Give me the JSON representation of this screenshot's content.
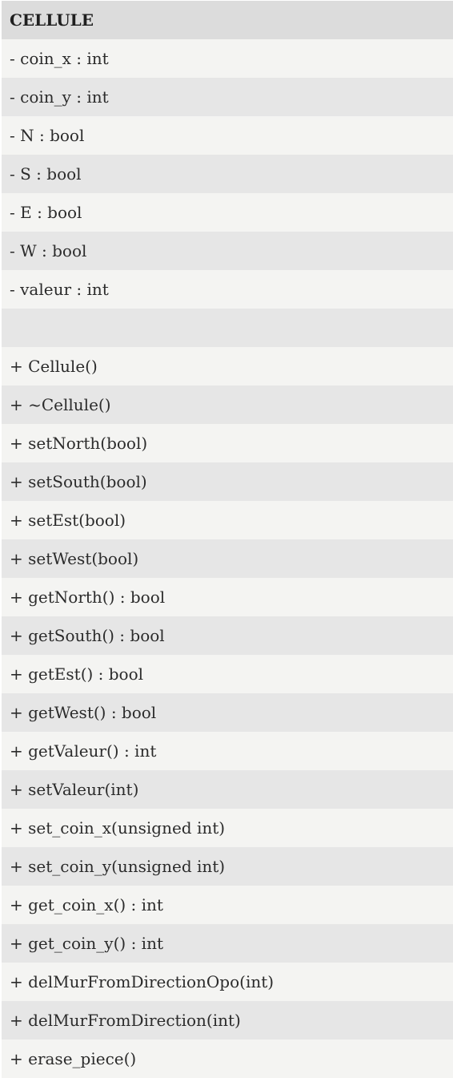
{
  "class_name": "CELLULE",
  "rows": [
    "- coin_x : int",
    "- coin_y : int",
    "- N : bool",
    "- S : bool",
    "- E : bool",
    "- W : bool",
    "- valeur : int",
    "",
    "+ Cellule()",
    "+ ~Cellule()",
    "+ setNorth(bool)",
    "+ setSouth(bool)",
    "+ setEst(bool)",
    "+ setWest(bool)",
    "+ getNorth() : bool",
    "+ getSouth() : bool",
    "+ getEst() : bool",
    "+ getWest() : bool",
    "+ getValeur() : int",
    "+ setValeur(int)",
    "+ set_coin_x(unsigned int)",
    "+ set_coin_y(unsigned int)",
    "+ get_coin_x() : int",
    "+ get_coin_y() : int",
    "+ delMurFromDirectionOpo(int)",
    "+ delMurFromDirection(int)",
    "+ erase_piece()"
  ]
}
